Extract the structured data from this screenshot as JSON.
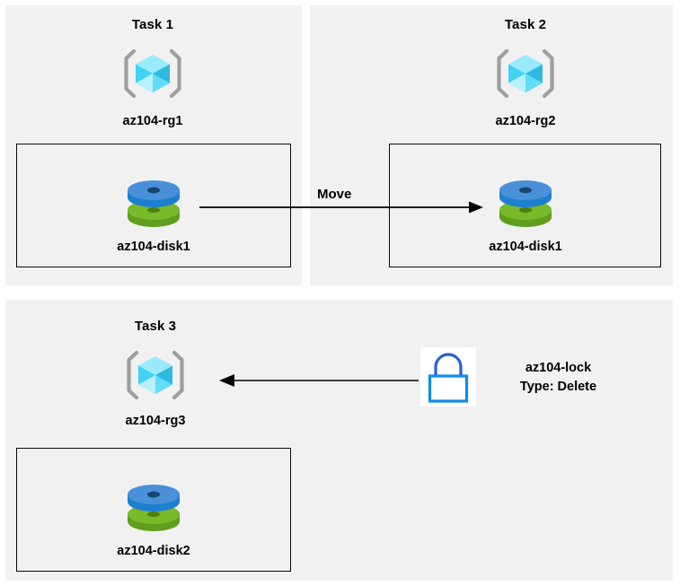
{
  "diagram": {
    "background": "#ffffff",
    "panel_background": "#f1f1f1",
    "box_border_color": "#0a0a0a",
    "arrow_color": "#000000",
    "cube_colors": {
      "top": "#9aeaff",
      "left": "#3fd3f5",
      "right": "#2fb9e0",
      "bottom_left": "#b9f0ff",
      "bottom_right": "#63dcf7",
      "bracket": "#9e9e9e"
    },
    "disk_colors": {
      "blue_top": "#4a90d9",
      "blue_side": "#1d7fd0",
      "blue_hole": "#17456e",
      "green_top": "#7ab929",
      "green_side": "#5f9e1e",
      "green_hole": "#4c7d17"
    },
    "lock_colors": {
      "shackle": "#2b5fd9",
      "body": "#0f8cea",
      "tile": "#ffffff"
    }
  },
  "panels": [
    {
      "id": "task1",
      "title": "Task 1",
      "resource_group": {
        "label": "az104-rg1",
        "icon": "resource-group-icon"
      },
      "inner_box": {
        "resource": {
          "label": "az104-disk1",
          "icon": "managed-disk-icon"
        }
      }
    },
    {
      "id": "task2",
      "title": "Task 2",
      "resource_group": {
        "label": "az104-rg2",
        "icon": "resource-group-icon"
      },
      "inner_box": {
        "resource": {
          "label": "az104-disk1",
          "icon": "managed-disk-icon"
        }
      }
    },
    {
      "id": "task3",
      "title": "Task 3",
      "resource_group": {
        "label": "az104-rg3",
        "icon": "resource-group-icon"
      },
      "inner_box": {
        "resource": {
          "label": "az104-disk2",
          "icon": "managed-disk-icon"
        }
      }
    }
  ],
  "connectors": [
    {
      "id": "move-arrow",
      "label": "Move",
      "direction": "right",
      "from": "az104-disk1 in az104-rg1",
      "to": "az104-disk1 in az104-rg2"
    },
    {
      "id": "lock-arrow",
      "label": "",
      "direction": "left",
      "from": "az104-lock",
      "to": "az104-rg3"
    }
  ],
  "lock": {
    "icon": "lock-icon",
    "name": "az104-lock",
    "type_line": "Type: Delete"
  }
}
